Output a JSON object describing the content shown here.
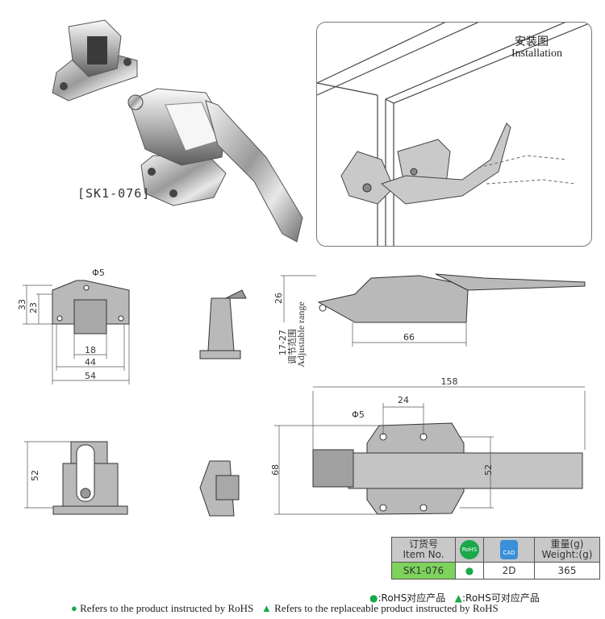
{
  "product": {
    "model_label": "[SK1-076]",
    "installation_title_cn": "安装图",
    "installation_title_en": "Installation"
  },
  "dimensions": {
    "hole_dia_top": "Φ5",
    "base_height_33": "33",
    "base_height_23": "23",
    "inner_width_18": "18",
    "width_44": "44",
    "width_54": "54",
    "latch_height_26": "26",
    "adjustable_range": "17-27",
    "adjustable_cn": "调节范围",
    "adjustable_en": "Adjustable range",
    "length_66": "66",
    "overall_length_158": "158",
    "hole_spacing_24": "24",
    "hole_dia_bottom": "Φ5",
    "front_height_52": "52",
    "handle_height_68": "68",
    "handle_plate_52": "52"
  },
  "spec_table": {
    "header_item_cn": "订货号",
    "header_item_en": "Item No.",
    "rohs_icon_label": "RoHS",
    "cad_icon_label": "CAD",
    "header_weight_cn": "重量(g)",
    "header_weight_en": "Weight:(g)",
    "item_no": "SK1-076",
    "rohs_mark": "●",
    "cad_type": "2D",
    "weight": "365"
  },
  "legend": {
    "cn_dot_text": ":RoHS对应产品",
    "cn_triangle_text": ":RoHS可对应产品",
    "en_dot_text": "Refers to the product instructed by RoHS",
    "en_triangle_text": "Refers to the replaceable product instructed by RoHS"
  },
  "colors": {
    "rohs_green": "#1aa84a",
    "cad_blue": "#3a8fd8",
    "table_header_gray": "#c8c8c8",
    "part_fill": "#b9b9b9"
  }
}
